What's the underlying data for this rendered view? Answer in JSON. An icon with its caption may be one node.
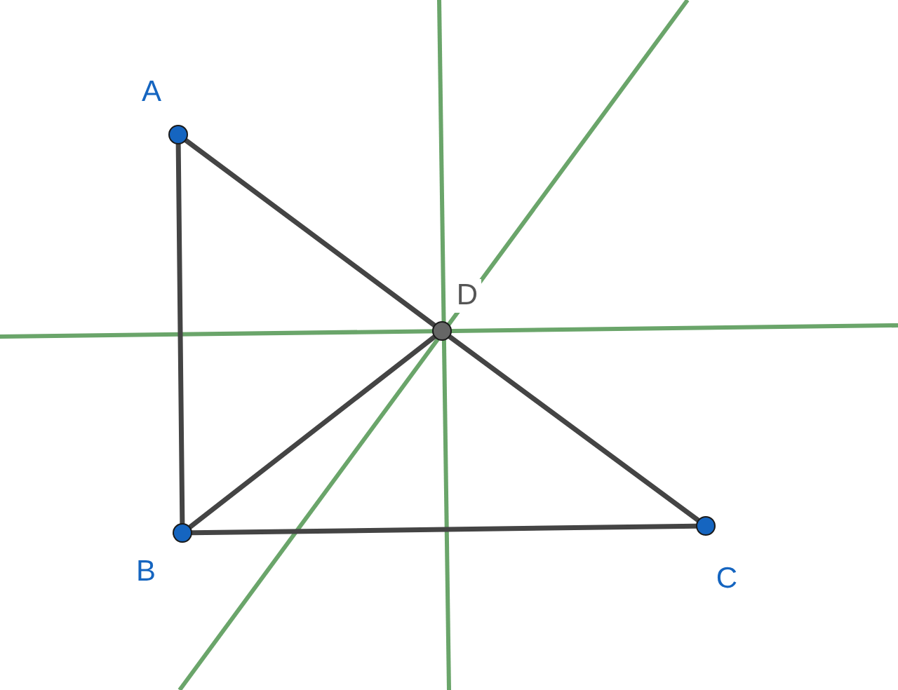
{
  "diagram": {
    "nodes": [
      {
        "text": [
          "A"
        ]
      },
      {
        "text": [
          "B"
        ]
      },
      {
        "text": [
          "C"
        ]
      },
      {
        "text": [
          "D"
        ]
      }
    ],
    "edges": [
      {
        "from": 0,
        "to": 1,
        "arrow": "none"
      },
      {
        "from": 1,
        "to": 2,
        "arrow": "none"
      },
      {
        "from": 0,
        "to": 3,
        "arrow": "none"
      },
      {
        "from": 3,
        "to": 2,
        "arrow": "none"
      },
      {
        "from": 1,
        "to": 3,
        "arrow": "none"
      }
    ]
  }
}
